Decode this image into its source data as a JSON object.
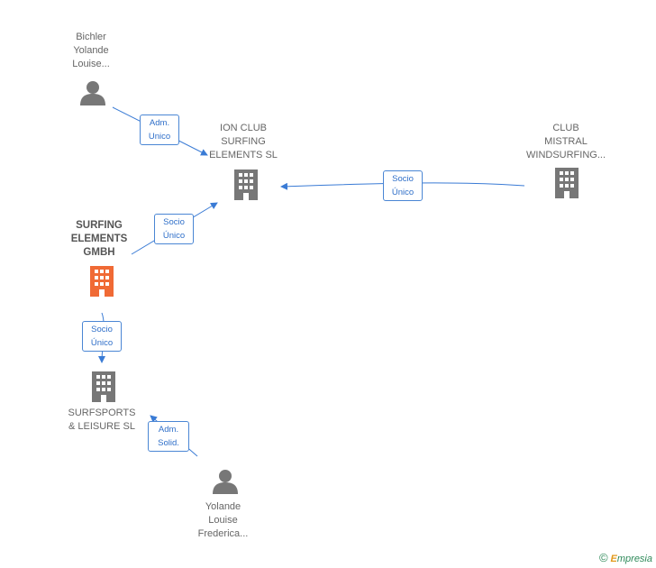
{
  "nodes": {
    "bichler": {
      "label": "Bichler\nYolande\nLouise...",
      "icon": "person-icon"
    },
    "ion_club": {
      "label": "ION CLUB\nSURFING\nELEMENTS  SL",
      "icon": "building-icon"
    },
    "club_mistral": {
      "label": "CLUB\nMISTRAL\nWINDSURFING...",
      "icon": "building-icon"
    },
    "surfing_elements": {
      "label": "SURFING\nELEMENTS\nGMBH",
      "icon": "building-icon",
      "color": "#f06a35"
    },
    "surfsports": {
      "label": "SURFSPORTS\n& LEISURE  SL",
      "icon": "building-icon"
    },
    "yolande": {
      "label": "Yolande\nLouise\nFrederica...",
      "icon": "person-icon"
    }
  },
  "edges": {
    "e1": {
      "label": "Adm.\nUnico"
    },
    "e2": {
      "label": "Socio\nÚnico"
    },
    "e3": {
      "label": "Socio\nÚnico"
    },
    "e4": {
      "label": "Socio\nÚnico"
    },
    "e5": {
      "label": "Adm.\nSolid."
    }
  },
  "colors": {
    "edge": "#3a7bd5",
    "node_gray": "#777777",
    "focus": "#f06a35"
  },
  "brand": {
    "copyright": "©",
    "e": "E",
    "rest": "mpresia"
  }
}
